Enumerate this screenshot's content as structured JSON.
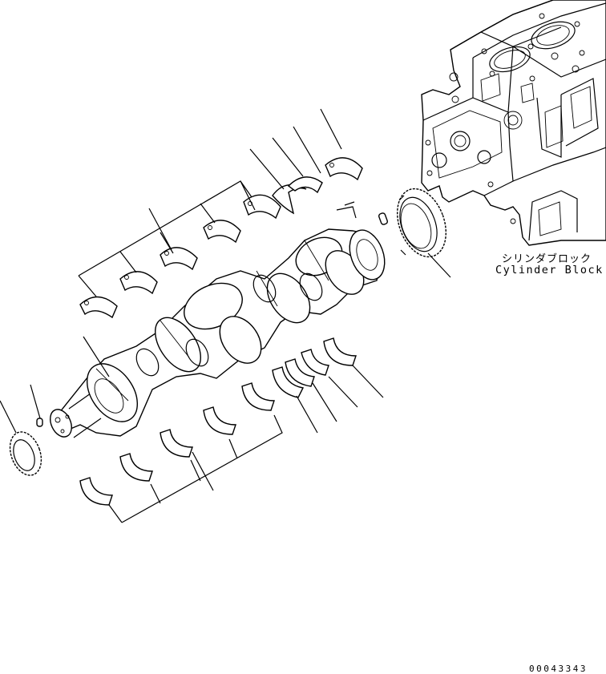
{
  "block_label": {
    "japanese": "シリンダブロック",
    "english": "Cylinder Block"
  },
  "drawing_code": "00043343",
  "icons": [
    "cylinder-block",
    "crankshaft",
    "crank-gear",
    "main-bearing",
    "thrust-washer",
    "dowel-pin"
  ]
}
